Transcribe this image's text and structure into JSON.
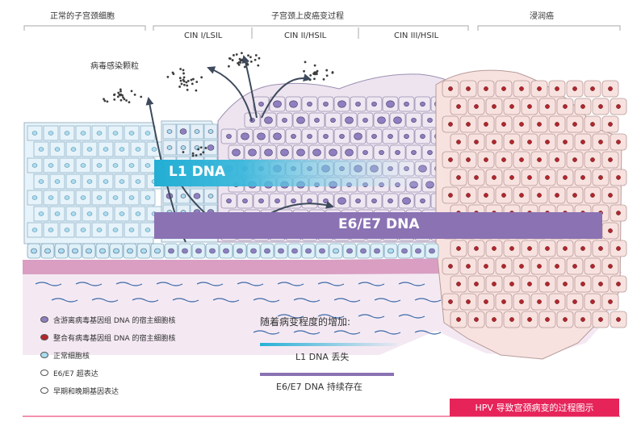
{
  "stages": {
    "normal": "正常的子宫颈细胞",
    "cin_group": "子宫颈上皮癌变过程",
    "invasive": "浸润癌",
    "cin1": "CIN I/LSIL",
    "cin2": "CIN II/HSIL",
    "cin3": "CIN III/HSIL"
  },
  "virus_label": "病毒感染颗粒",
  "bands": {
    "l1": "L1 DNA",
    "e6e7": "E6/E7 DNA"
  },
  "legend": [
    {
      "label": "含游离病毒基因组 DNA 的宿主细胞核",
      "fill": "#8f7fc0",
      "icon": "free-viral-nucleus-icon"
    },
    {
      "label": "整合有病毒基因组 DNA 的宿主细胞核",
      "fill": "#b3262c",
      "icon": "integrated-viral-nucleus-icon"
    },
    {
      "label": "正常细胞核",
      "fill": "#a9ddf0",
      "icon": "normal-nucleus-icon"
    },
    {
      "label": "E6/E7 超表达",
      "fill": "#ffffff",
      "icon": "e6e7-overexpression-icon"
    },
    {
      "label": "早期和晚期基因表达",
      "fill": "#ffffff",
      "icon": "early-late-gene-icon"
    }
  ],
  "progress": {
    "title": "随着病变程度的增加:",
    "l1_loss": "L1 DNA 丢失",
    "e6e7_persist": "E6/E7 DNA 持续存在"
  },
  "footer_title": "HPV 导致宫颈病变的过程图示",
  "colors": {
    "l1_band": "#27b1d6",
    "e6e7_band": "#8a72b3",
    "footer_bg": "#e6245a",
    "basement": "#d99ec2",
    "stroma": "#f4e9f3",
    "normal_cell": "#e7f3fa",
    "cancer_cell": "#f7e2df"
  }
}
